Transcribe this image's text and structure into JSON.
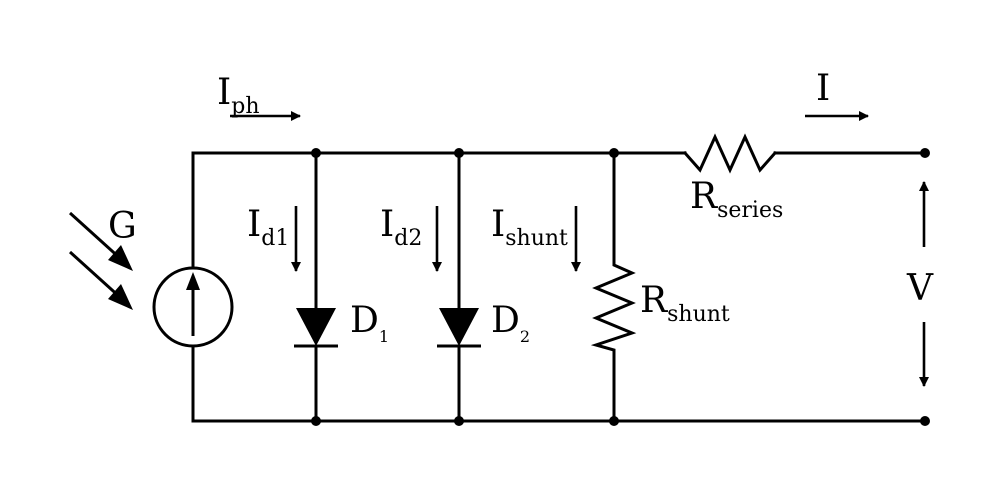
{
  "labels": {
    "G": "G",
    "Iph": {
      "main": "I",
      "sub": "ph"
    },
    "I": "I",
    "Id1": {
      "main": "I",
      "sub": "d1"
    },
    "Id2": {
      "main": "I",
      "sub": "d2"
    },
    "Ishunt": {
      "main": "I",
      "sub": "shunt"
    },
    "D1": {
      "main": "D",
      "sub": "1"
    },
    "D2": {
      "main": "D",
      "sub": "2"
    },
    "Rseries": {
      "main": "R",
      "sub": "series"
    },
    "Rshunt": {
      "main": "R",
      "sub": "shunt"
    },
    "V": "V"
  }
}
